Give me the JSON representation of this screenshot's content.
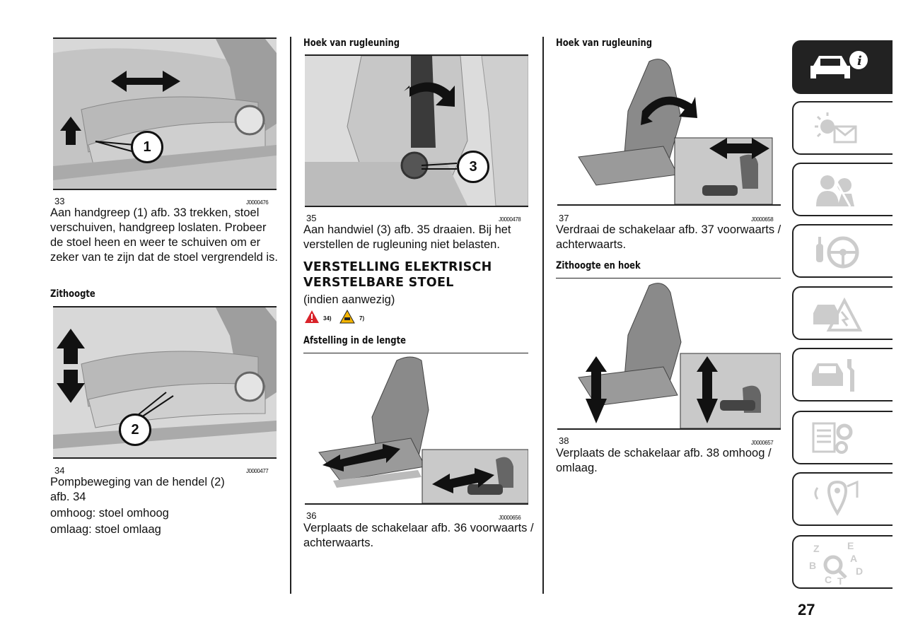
{
  "column1": {
    "fig33": {
      "num": "33",
      "code": "J0000476",
      "callout": "1"
    },
    "text33": "Aan handgreep (1) afb. 33 trekken, stoel verschuiven, handgreep loslaten. Probeer de stoel heen en weer te schuiven om er zeker van te zijn dat de stoel vergrendeld is.",
    "heading_zithoogte": "Zithoogte",
    "fig34": {
      "num": "34",
      "code": "J0000477",
      "callout": "2"
    },
    "text34_a": "Pompbeweging van de hendel (2) afb. 34",
    "text34_b": "omhoog: stoel omhoog",
    "text34_c": "omlaag: stoel omlaag"
  },
  "column2": {
    "heading_hoek": "Hoek van rugleuning",
    "fig35": {
      "num": "35",
      "code": "J0000478",
      "callout": "3"
    },
    "text35": "Aan handwiel (3) afb. 35 draaien. Bij het verstellen de rugleuning niet belasten.",
    "section_title_1": "VERSTELLING ELEKTRISCH",
    "section_title_2": "VERSTELBARE STOEL",
    "section_sub": "(indien aanwezig)",
    "warning_ref_1": "34)",
    "warning_ref_2": "7)",
    "heading_lengte": "Afstelling in de lengte",
    "fig36": {
      "num": "36",
      "code": "J0000656"
    },
    "text36": "Verplaats de schakelaar afb. 36 voorwaarts / achterwaarts."
  },
  "column3": {
    "heading_hoek": "Hoek van rugleuning",
    "fig37": {
      "num": "37",
      "code": "J0000658"
    },
    "text37": "Verdraai de schakelaar afb. 37 voorwaarts / achterwaarts.",
    "heading_zithoogte_hoek": "Zithoogte en hoek",
    "fig38": {
      "num": "38",
      "code": "J0000657"
    },
    "text38": "Verplaats de schakelaar afb. 38 omhoog / omlaag."
  },
  "tabs": [
    {
      "icon": "car-info-icon",
      "active": true
    },
    {
      "icon": "dashboard-lights-icon",
      "active": false
    },
    {
      "icon": "safety-icon",
      "active": false
    },
    {
      "icon": "starting-driving-icon",
      "active": false
    },
    {
      "icon": "emergency-icon",
      "active": false
    },
    {
      "icon": "maintenance-icon",
      "active": false
    },
    {
      "icon": "technical-data-icon",
      "active": false
    },
    {
      "icon": "multimedia-icon",
      "active": false
    },
    {
      "icon": "index-icon",
      "active": false
    }
  ],
  "tab_index_letters": [
    "Z",
    "E",
    "A",
    "B",
    "D",
    "C",
    "T"
  ],
  "page_number": "27",
  "colors": {
    "ink": "#222222",
    "warning_red": "#d9232a",
    "warning_yellow": "#f4b400"
  }
}
